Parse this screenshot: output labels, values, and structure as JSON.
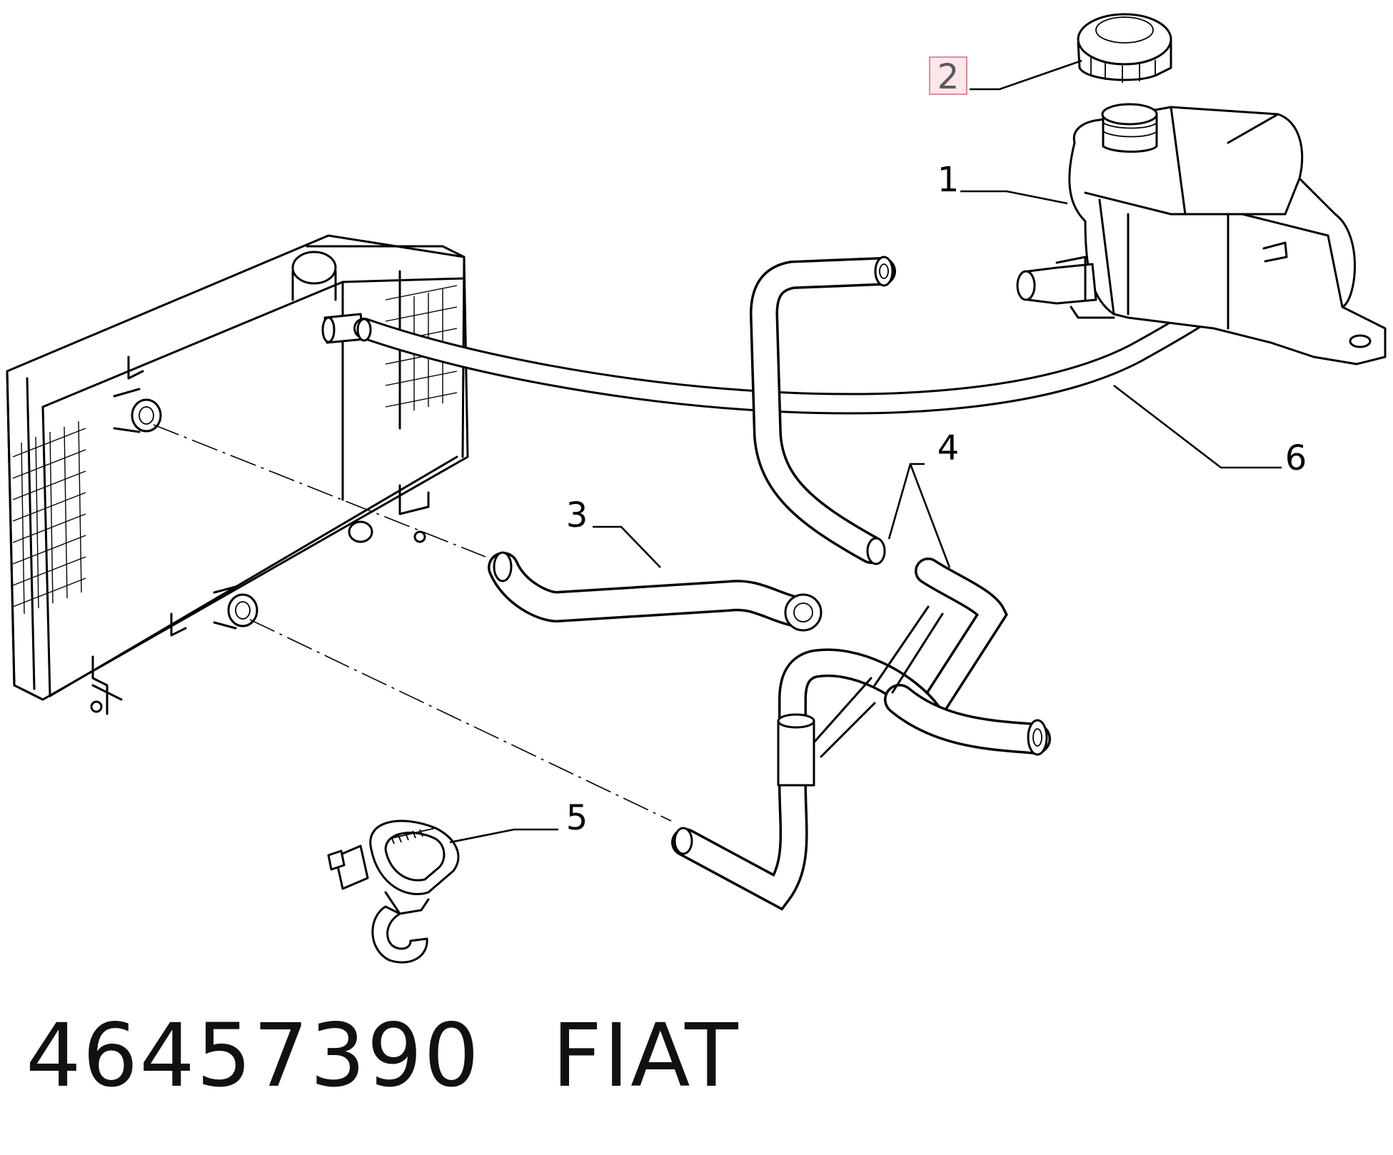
{
  "callouts": {
    "c1": "1",
    "c2": "2",
    "c3": "3",
    "c4": "4",
    "c5": "5",
    "c6": "6"
  },
  "footer": {
    "part_number": "46457390",
    "brand": "FIAT"
  },
  "highlight": {
    "selected_callout": "2",
    "box_color": "#fbe6ea",
    "border_color": "#e08a9a"
  }
}
